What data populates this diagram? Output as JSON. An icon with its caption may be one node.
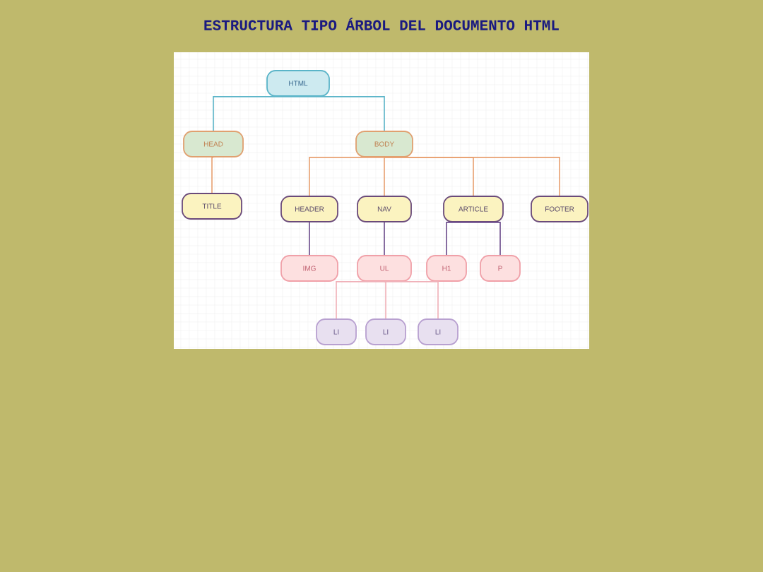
{
  "diagram": {
    "title": "ESTRUCTURA TIPO ÁRBOL DEL DOCUMENTO HTML",
    "nodes": [
      {
        "text": [
          "HTML"
        ]
      },
      {
        "text": [
          "HEAD"
        ]
      },
      {
        "text": [
          "BODY"
        ]
      },
      {
        "text": [
          "TITLE"
        ]
      },
      {
        "text": [
          "HEADER"
        ]
      },
      {
        "text": [
          "NAV"
        ]
      },
      {
        "text": [
          "ARTICLE"
        ]
      },
      {
        "text": [
          "FOOTER"
        ]
      },
      {
        "text": [
          "IMG"
        ]
      },
      {
        "text": [
          "UL"
        ]
      },
      {
        "text": [
          "H1"
        ]
      },
      {
        "text": [
          "P"
        ]
      },
      {
        "text": [
          "LI"
        ]
      },
      {
        "text": [
          "LI"
        ]
      },
      {
        "text": [
          "LI"
        ]
      }
    ],
    "edges": [
      {
        "from": 0,
        "to": 1,
        "arrow": "none",
        "color": "#5ab4c8"
      },
      {
        "from": 0,
        "to": 2,
        "arrow": "none",
        "color": "#5ab4c8"
      },
      {
        "from": 1,
        "to": 3,
        "arrow": "none",
        "color": "#e8a070"
      },
      {
        "from": 2,
        "to": 4,
        "arrow": "none",
        "color": "#e8a070"
      },
      {
        "from": 2,
        "to": 5,
        "arrow": "none",
        "color": "#e8a070"
      },
      {
        "from": 2,
        "to": 6,
        "arrow": "none",
        "color": "#e8a070"
      },
      {
        "from": 2,
        "to": 7,
        "arrow": "none",
        "color": "#e8a070"
      },
      {
        "from": 4,
        "to": 8,
        "arrow": "none",
        "color": "#6a4a8a"
      },
      {
        "from": 5,
        "to": 9,
        "arrow": "none",
        "color": "#6a4a8a"
      },
      {
        "from": 6,
        "to": 10,
        "arrow": "none",
        "color": "#6a4a8a"
      },
      {
        "from": 6,
        "to": 11,
        "arrow": "none",
        "color": "#6a4a8a"
      },
      {
        "from": 9,
        "to": 12,
        "arrow": "none",
        "color": "#f0b0b8"
      },
      {
        "from": 9,
        "to": 13,
        "arrow": "none",
        "color": "#f0b0b8"
      },
      {
        "from": 9,
        "to": 14,
        "arrow": "none",
        "color": "#f0b0b8"
      }
    ]
  }
}
